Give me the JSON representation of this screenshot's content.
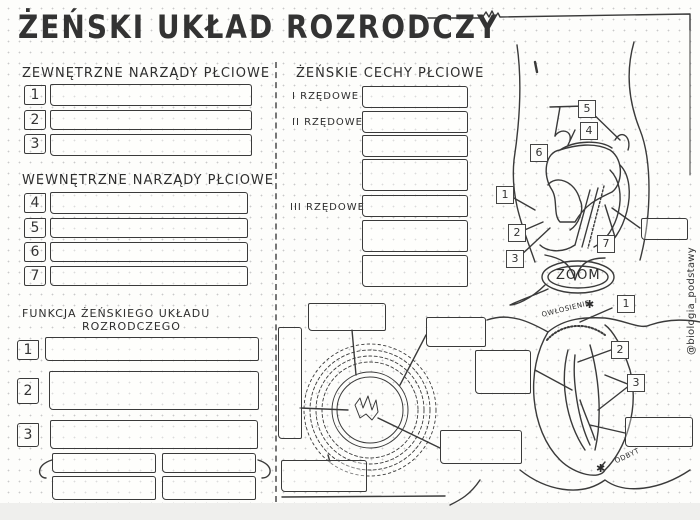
{
  "title": "ŻEŃSKI UKŁAD ROZRODCZY",
  "left_column": {
    "external": {
      "heading": "ZEWNĘTRZNE NARZĄDY PŁCIOWE",
      "items": [
        {
          "number": "1",
          "value": ""
        },
        {
          "number": "2",
          "value": ""
        },
        {
          "number": "3",
          "value": ""
        }
      ]
    },
    "internal": {
      "heading": "WEWNĘTRZNE NARZĄDY PŁCIOWE",
      "items": [
        {
          "number": "4",
          "value": ""
        },
        {
          "number": "5",
          "value": ""
        },
        {
          "number": "6",
          "value": ""
        },
        {
          "number": "7",
          "value": ""
        }
      ]
    },
    "function": {
      "heading_line1": "FUNKCJA ŻEŃSKIEGO UKŁADU",
      "heading_line2": "ROZRODCZEGO",
      "items": [
        {
          "number": "1",
          "value": ""
        },
        {
          "number": "2",
          "value": ""
        },
        {
          "number": "3",
          "value": ""
        }
      ]
    }
  },
  "middle_column": {
    "sex_traits": {
      "heading": "ŻEŃSKIE CECHY PŁCIOWE",
      "ranks": [
        {
          "label": "I RZĘDOWE"
        },
        {
          "label": "II RZĘDOWE"
        },
        {
          "label": "III RZĘDOWE"
        }
      ]
    }
  },
  "uterus_diagram": {
    "labels": [
      "1",
      "2",
      "3",
      "4",
      "5",
      "6",
      "7"
    ],
    "zoom_label": "ZOOM"
  },
  "vulva_diagram": {
    "labels": [
      "1",
      "2",
      "3"
    ],
    "hair_label": "OWŁOSIENIE",
    "anus_label": "ODBYT"
  },
  "watermark": "@biologia_podstawy"
}
